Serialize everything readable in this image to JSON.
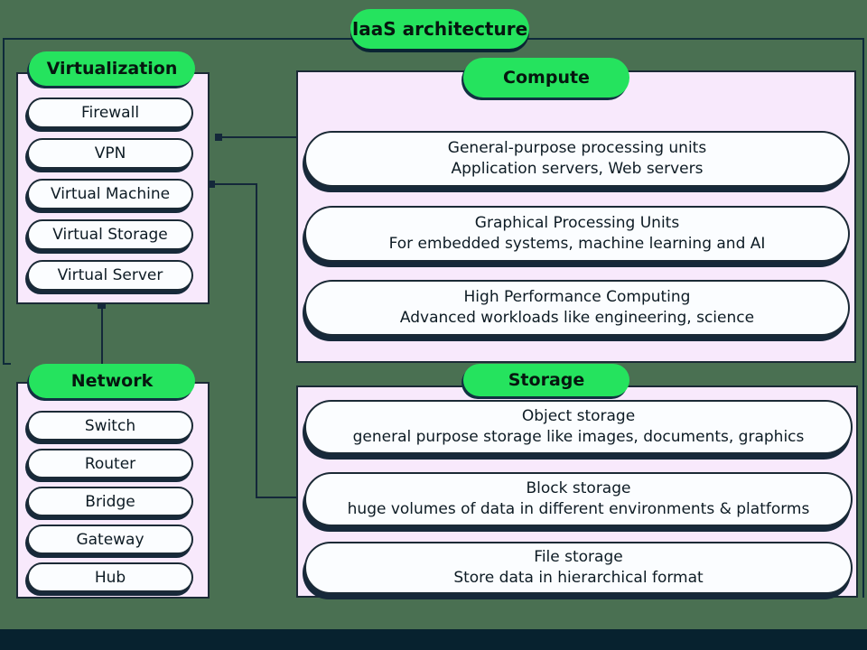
{
  "title": "IaaS architecture",
  "colors": {
    "canvas_green": "#4a7052",
    "panel_lavender": "#f8e9fc",
    "accent_green": "#25e35e",
    "pill_white": "#fbfdff",
    "line_navy": "#14283a",
    "footer_navy": "#07222f",
    "text_dark": "#0d1b24"
  },
  "groups": {
    "virtualization": {
      "label": "Virtualization",
      "items": [
        "Firewall",
        "VPN",
        "Virtual Machine",
        "Virtual Storage",
        "Virtual Server"
      ]
    },
    "network": {
      "label": "Network",
      "items": [
        "Switch",
        "Router",
        "Bridge",
        "Gateway",
        "Hub"
      ]
    },
    "compute": {
      "label": "Compute",
      "items": [
        {
          "title": "General-purpose processing units",
          "subtitle": "Application servers, Web servers"
        },
        {
          "title": "Graphical Processing Units",
          "subtitle": "For embedded systems, machine learning and AI"
        },
        {
          "title": "High Performance Computing",
          "subtitle": "Advanced workloads like engineering, science"
        }
      ]
    },
    "storage": {
      "label": "Storage",
      "items": [
        {
          "title": "Object storage",
          "subtitle": "general purpose storage like images, documents, graphics"
        },
        {
          "title": "Block storage",
          "subtitle": "huge volumes of data in different environments & platforms"
        },
        {
          "title": "File storage",
          "subtitle": "Store data in hierarchical format"
        }
      ]
    }
  }
}
